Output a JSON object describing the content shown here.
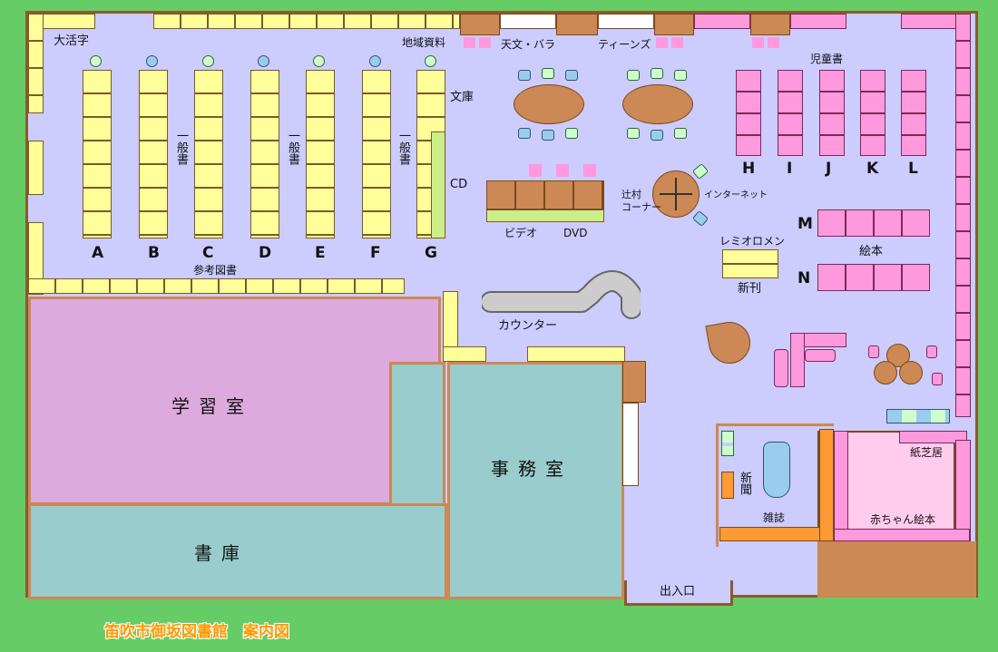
{
  "title": "笛吹市御坂図書館　案内図",
  "rooms": {
    "study": "学習室",
    "office": "事務室",
    "stacks": "書庫",
    "entrance": "出入口"
  },
  "areas": {
    "large_print": "大活字",
    "local_materials": "地域資料",
    "astronomy_rose": "天文・バラ",
    "teens": "ティーンズ",
    "childrens_books": "児童書",
    "bunko": "文庫",
    "general_books": "一般書",
    "cd": "CD",
    "reference": "参考図書",
    "video": "ビデオ",
    "dvd": "DVD",
    "tsujimura_corner": "辻村\nコーナー",
    "internet": "インターネット",
    "remioromen": "レミオロメン",
    "new_books": "新刊",
    "picture_books": "絵本",
    "counter": "カウンター",
    "newspapers": "新聞",
    "magazines": "雑誌",
    "kamishibai": "紙芝居",
    "baby_picture_books": "赤ちゃん絵本"
  },
  "shelf_columns": [
    "A",
    "B",
    "C",
    "D",
    "E",
    "F",
    "G"
  ],
  "children_columns": [
    "H",
    "I",
    "J",
    "K",
    "L"
  ],
  "picture_book_rows": [
    "M",
    "N"
  ],
  "colors": {
    "background": "#66cc66",
    "floor": "#ccccff",
    "wall": "#8b5a2b",
    "study_room": "#ddaadd",
    "office": "#99cccc",
    "general_shelf": "#ffff99",
    "children_shelf": "#ff99dd",
    "baby_area": "#ffccee",
    "title": "#ff9900"
  }
}
